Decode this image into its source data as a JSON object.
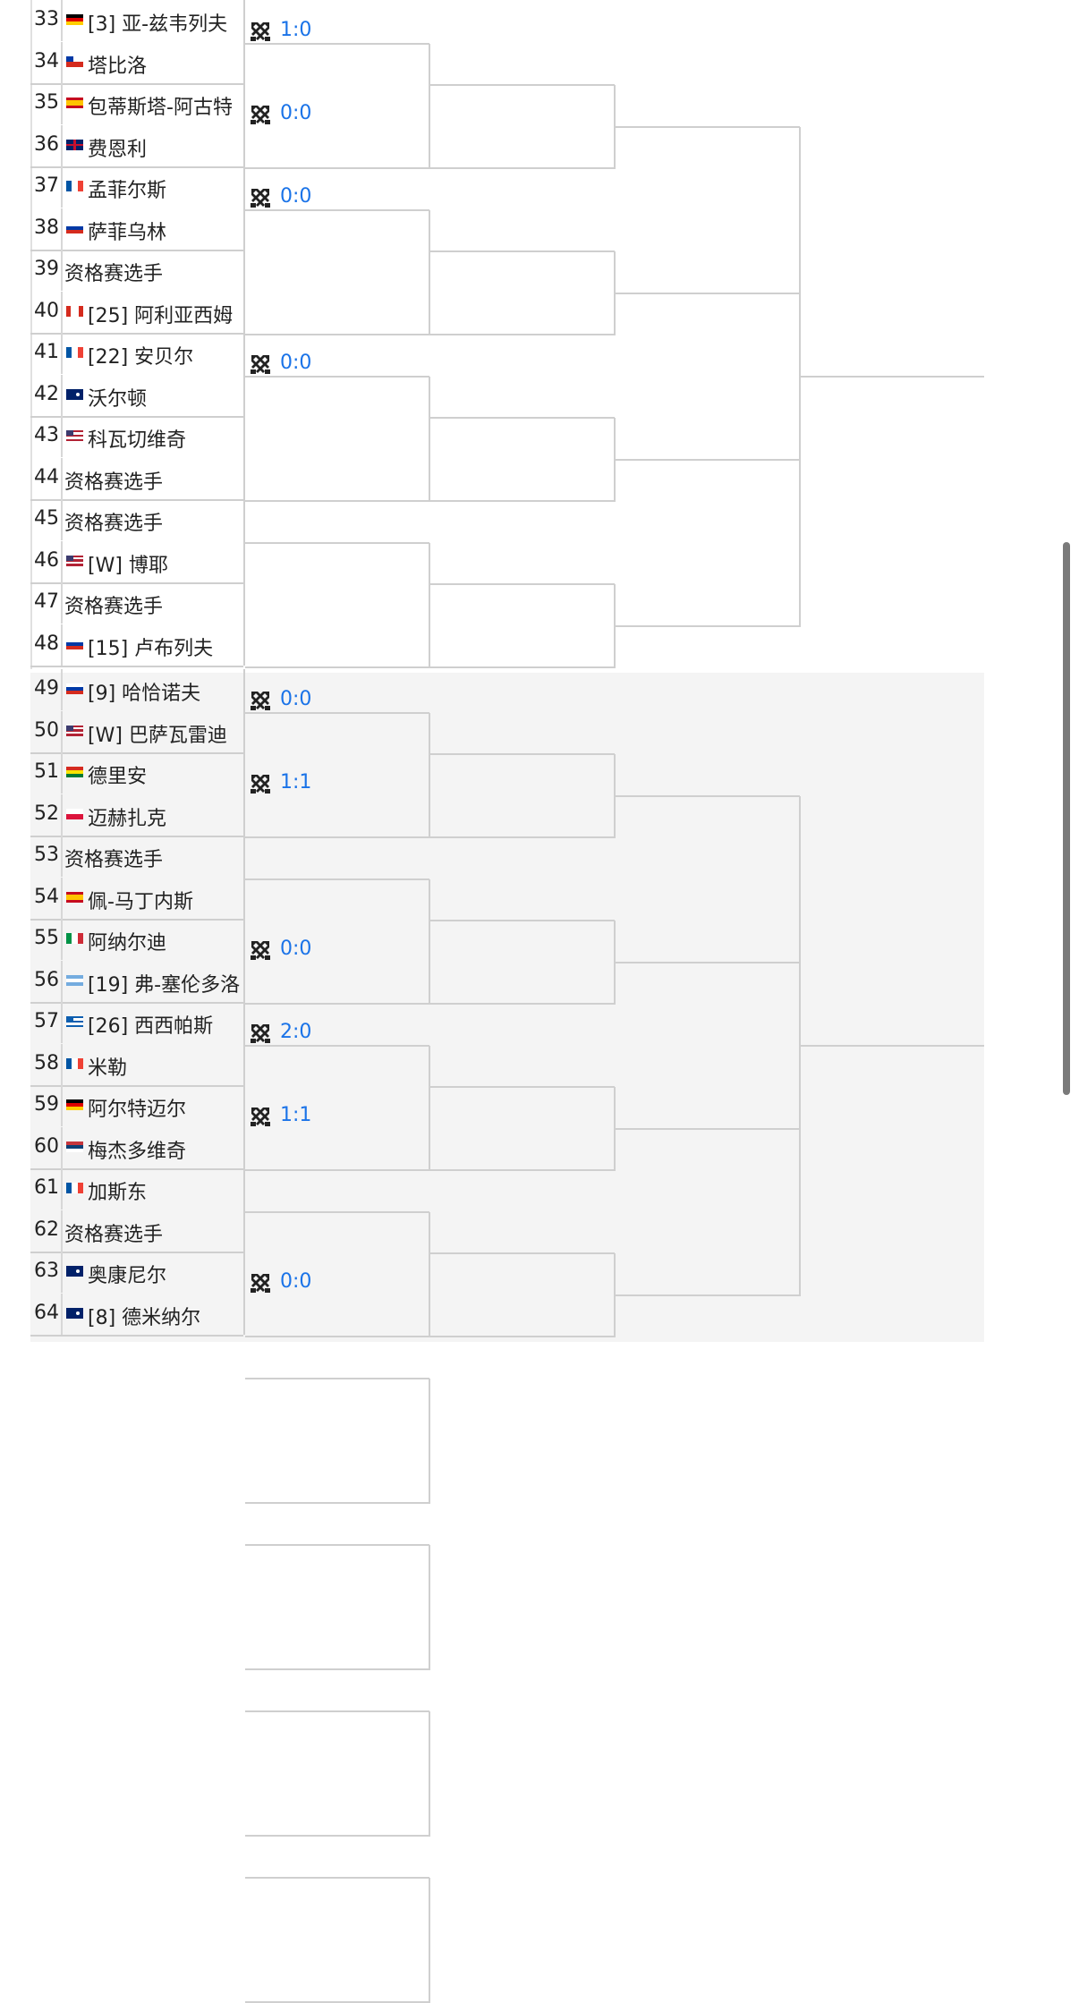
{
  "players": [
    {
      "num": "33",
      "flag": "de",
      "name": "[3] 亚-兹韦列夫"
    },
    {
      "num": "34",
      "flag": "cl",
      "name": "塔比洛"
    },
    {
      "num": "35",
      "flag": "es",
      "name": "包蒂斯塔-阿古特"
    },
    {
      "num": "36",
      "flag": "gb",
      "name": "费恩利"
    },
    {
      "num": "37",
      "flag": "fr",
      "name": "孟菲尔斯"
    },
    {
      "num": "38",
      "flag": "ru",
      "name": "萨菲乌林"
    },
    {
      "num": "39",
      "flag": "",
      "name": "资格赛选手"
    },
    {
      "num": "40",
      "flag": "ca",
      "name": "[25] 阿利亚西姆"
    },
    {
      "num": "41",
      "flag": "fr",
      "name": "[22] 安贝尔"
    },
    {
      "num": "42",
      "flag": "au",
      "name": "沃尔顿"
    },
    {
      "num": "43",
      "flag": "us",
      "name": "科瓦切维奇"
    },
    {
      "num": "44",
      "flag": "",
      "name": "资格赛选手"
    },
    {
      "num": "45",
      "flag": "",
      "name": "资格赛选手"
    },
    {
      "num": "46",
      "flag": "us",
      "name": "[W] 博耶"
    },
    {
      "num": "47",
      "flag": "",
      "name": "资格赛选手"
    },
    {
      "num": "48",
      "flag": "ru",
      "name": "[15] 卢布列夫"
    },
    {
      "num": "49",
      "flag": "ru",
      "name": "[9] 哈恰诺夫"
    },
    {
      "num": "50",
      "flag": "us",
      "name": "[W] 巴萨瓦雷迪"
    },
    {
      "num": "51",
      "flag": "bo",
      "name": "德里安"
    },
    {
      "num": "52",
      "flag": "pl",
      "name": "迈赫扎克"
    },
    {
      "num": "53",
      "flag": "",
      "name": "资格赛选手"
    },
    {
      "num": "54",
      "flag": "es",
      "name": "佩-马丁内斯"
    },
    {
      "num": "55",
      "flag": "it",
      "name": "阿纳尔迪"
    },
    {
      "num": "56",
      "flag": "ar",
      "name": "[19] 弗-塞伦多洛"
    },
    {
      "num": "57",
      "flag": "gr",
      "name": "[26] 西西帕斯"
    },
    {
      "num": "58",
      "flag": "fr",
      "name": "米勒"
    },
    {
      "num": "59",
      "flag": "de",
      "name": "阿尔特迈尔"
    },
    {
      "num": "60",
      "flag": "rs",
      "name": "梅杰多维奇"
    },
    {
      "num": "61",
      "flag": "fr",
      "name": "加斯东"
    },
    {
      "num": "62",
      "flag": "",
      "name": "资格赛选手"
    },
    {
      "num": "63",
      "flag": "au",
      "name": "奥康尼尔"
    },
    {
      "num": "64",
      "flag": "au",
      "name": "[8] 德米纳尔"
    }
  ],
  "h2h": [
    {
      "pair": 0,
      "score": "1:0"
    },
    {
      "pair": 1,
      "score": "0:0"
    },
    {
      "pair": 2,
      "score": "0:0"
    },
    {
      "pair": 4,
      "score": "0:0"
    },
    {
      "pair": 8,
      "score": "0:0"
    },
    {
      "pair": 9,
      "score": "1:1"
    },
    {
      "pair": 11,
      "score": "0:0"
    },
    {
      "pair": 12,
      "score": "2:0"
    },
    {
      "pair": 13,
      "score": "1:1"
    },
    {
      "pair": 15,
      "score": "0:0"
    }
  ],
  "colors": {
    "score": "#1a73e8",
    "line": "#cfcfcf",
    "section2_bg": "#f4f4f4",
    "text": "#222222"
  },
  "icons": {
    "h2h": "crossed-rackets-icon"
  }
}
